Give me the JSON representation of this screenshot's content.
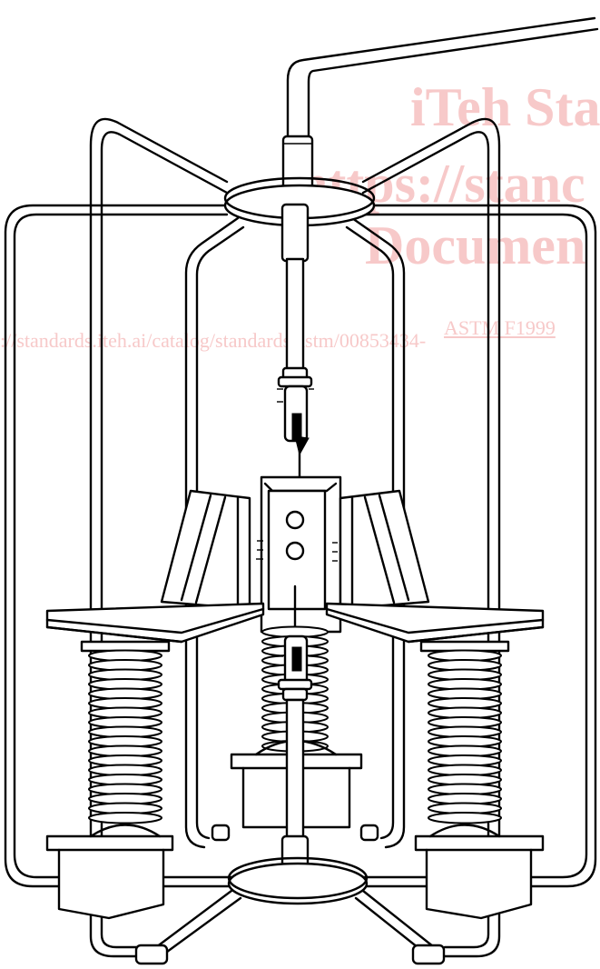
{
  "watermark": {
    "line1": "iTeh Sta",
    "line2": "(https://stanc",
    "line3": "Documen",
    "line4": "ASTM F1999",
    "line5": "://standards.iteh.ai/catalog/standards/astm/00853434-"
  },
  "colors": {
    "watermark": "#f7c9c9",
    "line": "#000000",
    "background": "#ffffff"
  }
}
